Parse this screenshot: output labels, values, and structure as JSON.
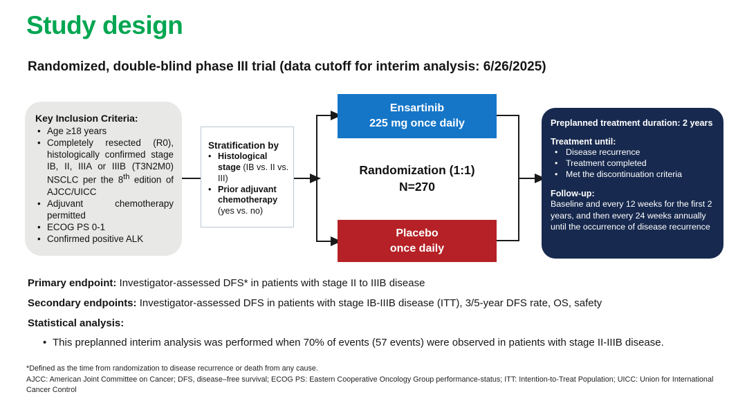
{
  "slide": {
    "title": "Study design",
    "subtitle": "Randomized, double-blind phase III trial (data cutoff for interim analysis: 6/26/2025)"
  },
  "inclusion_box": {
    "heading": "Key Inclusion Criteria:",
    "items": [
      {
        "text": "Age ≥18 years"
      },
      {
        "text": "Completely resected (R0), histologically confirmed stage IB, II, IIIA or IIIB (T3N2M0) NSCLC per the 8",
        "sup": "th",
        "text2": " edition of AJCC/UICC"
      },
      {
        "text": "Adjuvant chemotherapy permitted"
      },
      {
        "text": "ECOG PS 0-1"
      },
      {
        "text": "Confirmed positive ALK"
      }
    ]
  },
  "stratification_box": {
    "heading": "Stratification by",
    "items": [
      {
        "bold": "Histological stage",
        "rest": " (IB vs. II vs. III)"
      },
      {
        "bold": "Prior adjuvant chemotherapy",
        "rest": " (yes vs. no)"
      }
    ]
  },
  "arms": {
    "ensartinib": {
      "line1": "Ensartinib",
      "line2": "225 mg once daily"
    },
    "randomization": {
      "line1": "Randomization (1:1)",
      "line2": "N=270"
    },
    "placebo": {
      "line1": "Placebo",
      "line2": "once daily"
    }
  },
  "treatment_box": {
    "duration": "Preplanned treatment duration: 2 years",
    "until_heading": "Treatment until:",
    "until_items": [
      "Disease recurrence",
      "Treatment completed",
      "Met the discontinuation criteria"
    ],
    "followup_heading": "Follow-up:",
    "followup_text": "Baseline and every 12 weeks for the first 2 years, and then every 24 weeks annually until the occurrence of disease recurrence"
  },
  "endpoints": {
    "primary_label": "Primary endpoint:",
    "primary_text": " Investigator-assessed DFS* in patients with stage II to IIIB disease",
    "secondary_label": "Secondary endpoints:",
    "secondary_text": " Investigator-assessed DFS in patients with stage IB-IIIB disease (ITT), 3/5-year DFS rate, OS, safety",
    "statistical_label": "Statistical analysis:",
    "statistical_bullet_marker": "•",
    "statistical_bullet": "This preplanned interim analysis was performed when 70% of events (57 events) were observed in patients with stage II-IIIB disease."
  },
  "footnotes": {
    "line1": "*Defined as the time from randomization to disease recurrence or death from any cause.",
    "line2": "AJCC: American Joint Committee on Cancer; DFS, disease–free survival; ECOG PS: Eastern Cooperative Oncology Group performance-status; ITT: Intention-to-Treat Population; UICC: Union for International Cancer Control"
  },
  "colors": {
    "title_green": "#00A651",
    "arm_blue": "#1576C8",
    "arm_red": "#B52126",
    "treatment_navy": "#17294E",
    "inclusion_gray": "#E8E8E6",
    "connector_black": "#1a1a1a"
  }
}
